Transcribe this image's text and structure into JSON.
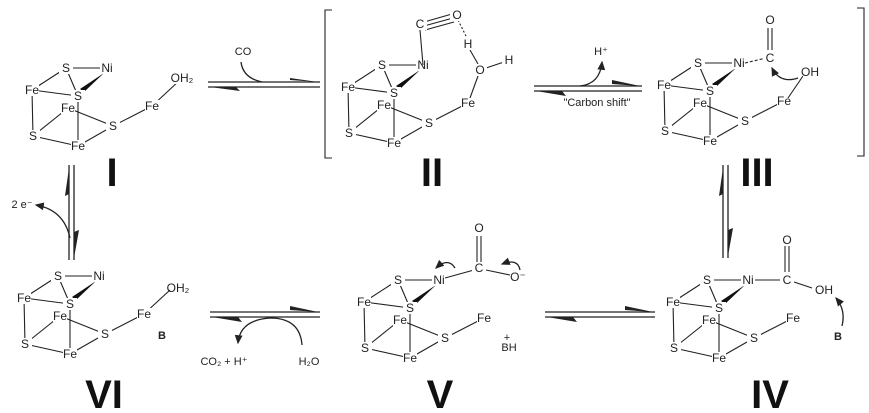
{
  "cluster_atoms": {
    "s": "S",
    "ni": "Ni",
    "fe": "Fe"
  },
  "structures": {
    "I": {
      "label": "I",
      "ligand": "OH₂"
    },
    "II": {
      "label": "II",
      "c": "C",
      "o": "O",
      "h1": "H",
      "o2": "O",
      "h2": "H"
    },
    "III": {
      "label": "III",
      "c": "C",
      "o": "O",
      "oh": "OH"
    },
    "IV": {
      "label": "IV",
      "c": "C",
      "o": "O",
      "oh": "OH",
      "base": "B"
    },
    "V": {
      "label": "V",
      "c": "C",
      "o": "O",
      "o_minus": "O⁻",
      "bh": "BH",
      "plus": "+"
    },
    "VI": {
      "label": "VI",
      "ligand": "OH₂",
      "base": "B"
    }
  },
  "arrows": {
    "I_II": {
      "reagent": "CO"
    },
    "II_III": {
      "product": "H⁺",
      "note": "\"Carbon shift\""
    },
    "I_VI": {
      "product": "2 e⁻"
    },
    "VI_V": {
      "product": "CO₂ + H⁺",
      "reagent": "H₂O"
    }
  }
}
